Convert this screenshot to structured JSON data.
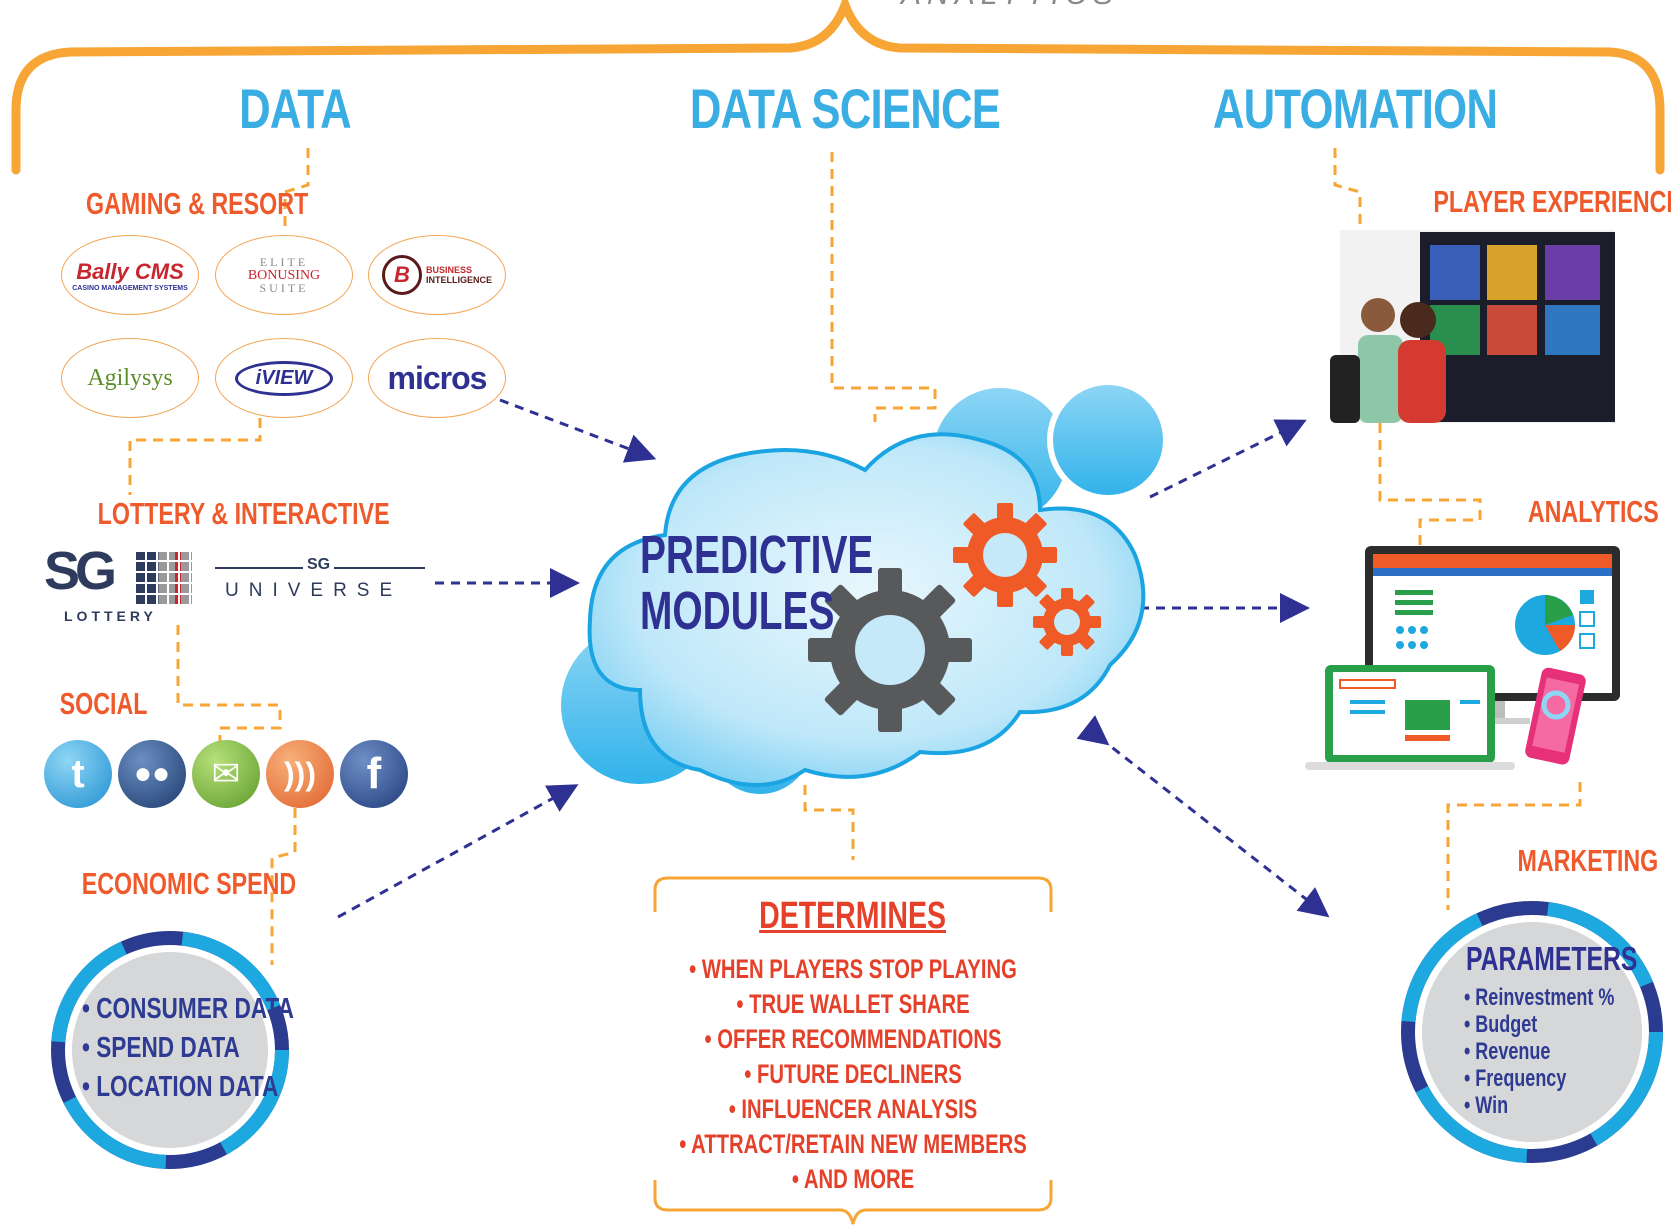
{
  "top_label": "ANALYTICS",
  "columns": {
    "data": "DATA",
    "data_science": "DATA SCIENCE",
    "automation": "AUTOMATION"
  },
  "left": {
    "gaming_title": "GAMING & RESORT",
    "gaming_logos": [
      {
        "name": "bally-cms",
        "text": "Bally CMS",
        "sub": "CASINO MANAGEMENT SYSTEMS"
      },
      {
        "name": "elite-bonusing",
        "text": "ELITE",
        "text2": "BONUSING",
        "text3": "SUITE"
      },
      {
        "name": "business-intelligence",
        "text": "BUSINESS",
        "text2": "INTELLIGENCE"
      },
      {
        "name": "agilysys",
        "text": "Agilysys"
      },
      {
        "name": "iview",
        "text": "iVIEW"
      },
      {
        "name": "micros",
        "text": "micros"
      }
    ],
    "lottery_title": "LOTTERY & INTERACTIVE",
    "sg_lottery": {
      "big": "SG",
      "small": "LOTTERY"
    },
    "sg_universe": {
      "top": "SG",
      "bottom": "UNIVERSE"
    },
    "social_title": "SOCIAL",
    "social_icons": [
      "twitter-icon",
      "myspace-icon",
      "email-icon",
      "rss-icon",
      "facebook-icon"
    ],
    "economic_title": "ECONOMIC SPEND",
    "economic_items": [
      "• CONSUMER DATA",
      "• SPEND DATA",
      "• LOCATION DATA"
    ]
  },
  "center": {
    "cloud_line1": "PREDICTIVE",
    "cloud_line2": "MODULES",
    "determines_title": "DETERMINES",
    "determines_items": [
      "• WHEN PLAYERS STOP PLAYING",
      "• TRUE WALLET SHARE",
      "• OFFER RECOMMENDATIONS",
      "• FUTURE DECLINERS",
      "• INFLUENCER ANALYSIS",
      "• ATTRACT/RETAIN NEW MEMBERS",
      "• AND MORE"
    ]
  },
  "right": {
    "player_title": "PLAYER EXPERIENCE",
    "analytics_title": "ANALYTICS",
    "marketing_title": "MARKETING",
    "parameters_title": "PARAMETERS",
    "parameters_items": [
      "• Reinvestment %",
      "• Budget",
      "• Revenue",
      "• Frequency",
      "• Win"
    ]
  },
  "colors": {
    "orange": "#f7a535",
    "title_blue": "#3aaee3",
    "sub_orange": "#ee5a2b",
    "arrow_navy": "#2e3192",
    "red_text": "#e4402a"
  }
}
